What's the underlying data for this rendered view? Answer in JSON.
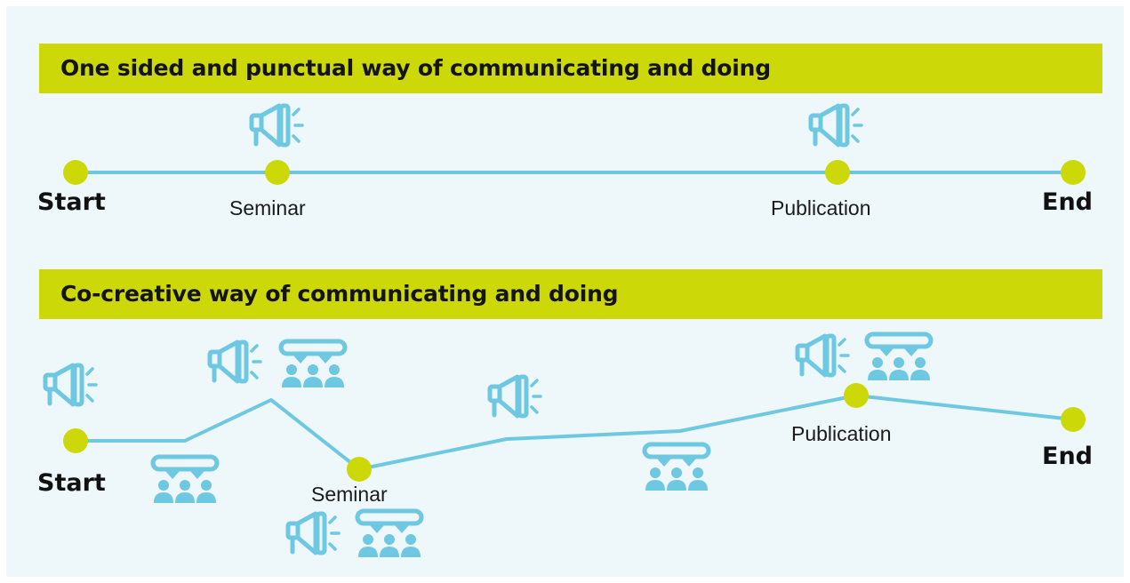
{
  "colors": {
    "banner": "#cdd808",
    "node": "#cdd808",
    "line": "#6ec8e2",
    "icon": "#6ec8e2",
    "background": "#eef7fa"
  },
  "section1": {
    "title": "One sided and punctual way of communicating and doing",
    "start_label": "Start",
    "seminar_label": "Seminar",
    "publication_label": "Publication",
    "end_label": "End"
  },
  "section2": {
    "title": "Co-creative way of communicating and doing",
    "start_label": "Start",
    "seminar_label": "Seminar",
    "publication_label": "Publication",
    "end_label": "End"
  },
  "icons": {
    "megaphone": "megaphone-icon",
    "audience": "audience-icon"
  }
}
